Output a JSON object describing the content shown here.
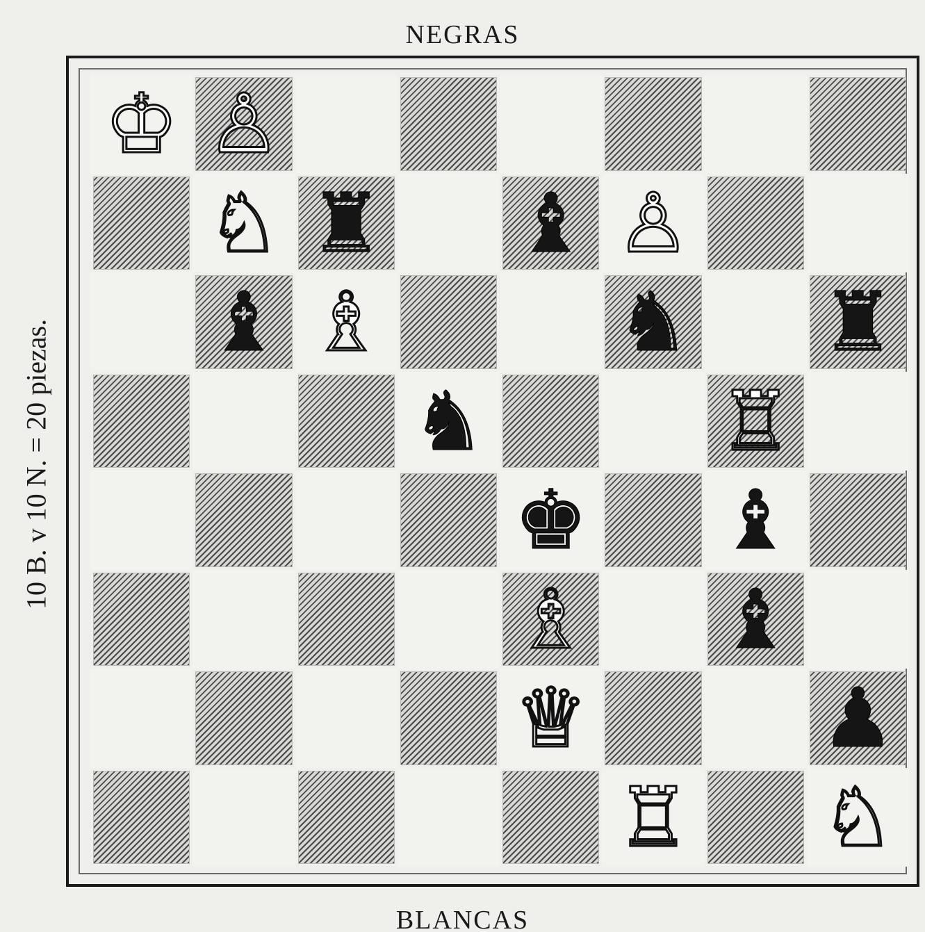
{
  "labels": {
    "top": "NEGRAS",
    "bottom": "BLANCAS",
    "side": "10 B. v 10 N. = 20 piezas."
  },
  "board": {
    "rows": [
      [
        "K",
        "P",
        "",
        "",
        "",
        "",
        "",
        ""
      ],
      [
        "",
        "N",
        "r",
        "",
        "b",
        "P",
        "",
        ""
      ],
      [
        "",
        "b",
        "B",
        "",
        "",
        "n",
        "",
        "r"
      ],
      [
        "",
        "",
        "",
        "n",
        "",
        "",
        "R",
        ""
      ],
      [
        "",
        "",
        "",
        "",
        "k",
        "",
        "b",
        ""
      ],
      [
        "",
        "",
        "",
        "",
        "B",
        "",
        "b",
        ""
      ],
      [
        "",
        "",
        "",
        "",
        "Q",
        "",
        "",
        "p"
      ],
      [
        "",
        "",
        "",
        "",
        "",
        "R",
        "",
        "N"
      ]
    ],
    "legend": {
      "K": "white-king",
      "Q": "white-queen",
      "R": "white-rook",
      "B": "white-bishop",
      "N": "white-knight",
      "P": "white-pawn",
      "k": "black-king",
      "q": "black-queen",
      "r": "black-rook",
      "b": "black-bishop",
      "n": "black-knight",
      "p": "black-pawn"
    }
  },
  "glyphs": {
    "K": "♔",
    "Q": "♕",
    "R": "♖",
    "B": "♗",
    "N": "♘",
    "P": "♙",
    "k": "♚",
    "q": "♛",
    "r": "♜",
    "b": "♝",
    "n": "♞",
    "p": "♟"
  }
}
